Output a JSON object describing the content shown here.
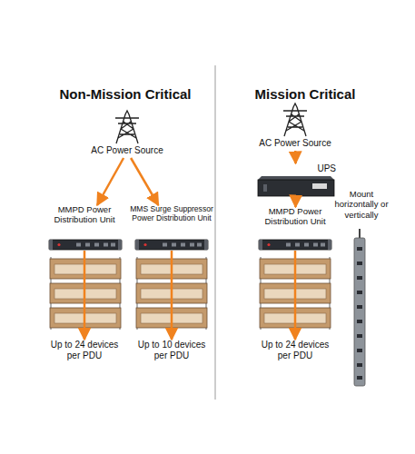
{
  "diagram": {
    "nodes": [
      {
        "text": [
          "AC Power Source"
        ]
      },
      {
        "text": [
          "MMPD Power Distribution Unit"
        ]
      },
      {
        "text": [
          "MMS Surge Suppressor Power Distribution Unit"
        ]
      },
      {
        "text": [
          "Up to 24 devices per PDU"
        ]
      },
      {
        "text": [
          "Up to 10 devices per PDU"
        ]
      },
      {
        "text": [
          "AC Power Source"
        ]
      },
      {
        "text": [
          "UPS"
        ]
      },
      {
        "text": [
          "MMPD Power Distribution Unit"
        ]
      },
      {
        "text": [
          "Up to 24 devices per PDU"
        ]
      }
    ],
    "edges": [
      {
        "from": 0,
        "to": 1,
        "arrow": "to"
      },
      {
        "from": 0,
        "to": 2,
        "arrow": "to"
      },
      {
        "from": 1,
        "to": 3,
        "arrow": "to"
      },
      {
        "from": 2,
        "to": 4,
        "arrow": "to"
      },
      {
        "from": 5,
        "to": 6,
        "arrow": "to"
      },
      {
        "from": 6,
        "to": 7,
        "arrow": "to"
      },
      {
        "from": 7,
        "to": 8,
        "arrow": "to"
      }
    ],
    "labels": [
      "Non-Mission Critical",
      "Mission Critical",
      "Mount horizontally or vertically"
    ]
  }
}
